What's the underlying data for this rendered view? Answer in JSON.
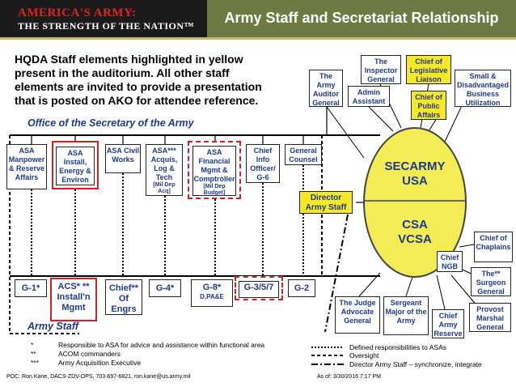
{
  "header": {
    "brand_line1": "AMERICA'S ARMY:",
    "brand_line2": "THE STRENGTH OF THE NATION™",
    "title": "Army Staff and Secretariat Relationship"
  },
  "intro": "HQDA Staff elements highlighted in yellow present in the auditorium. All other staff elements are invited to provide a presentation that is posted on AKO for attendee reference.",
  "labels": {
    "secretariat": "Office of the Secretary of the Army",
    "army_staff": "Army Staff"
  },
  "oval": {
    "top_line1": "SECARMY",
    "top_line2": "USA",
    "bottom_line1": "CSA",
    "bottom_line2": "VCSA"
  },
  "director_army_staff": "Director Army Staff",
  "secretariat_boxes": {
    "asa_mra": "ASA Manpower & Reserve Affairs",
    "asa_iee": "ASA Install, Energy & Environ",
    "asa_cw": "ASA Civil Works",
    "asa_alt": "ASA*** Acquis, Log & Tech",
    "asa_alt_sub": "[Mil Dep Acq]",
    "asa_fmc": "ASA Financial Mgmt & Comptroller",
    "asa_fmc_sub": "[Mil Dep Budget]",
    "cio": "Chief Info Officer/ G-6",
    "gc": "General Counsel"
  },
  "top_boxes": {
    "auditor": "The Army Auditor General",
    "admin": "Admin Assistant",
    "ig": "The Inspector General",
    "cll": "Chief of Legislative Liaison",
    "cpa": "Chief of Public Affairs",
    "sadbu": "Small & Disadvantaged Business Utilization"
  },
  "staff_boxes": {
    "g1": "G-1*",
    "acs": "ACS* ** Install'n Mgmt",
    "coe": "Chief** Of Engrs",
    "g4": "G-4*",
    "g8": "G-8*",
    "g8_sub": "D,PA&E",
    "g357": "G-3/5/7",
    "g2": "G-2"
  },
  "right_boxes": {
    "chaplains": "Chief of Chaplains",
    "ngb": "Chief NGB",
    "surgeon": "The** Surgeon General",
    "pmg": "Provost Marshal General",
    "reserve": "Chief Army Reserve",
    "sma": "Sergeant Major of the Army",
    "tjag": "The Judge Advocate General"
  },
  "legend": {
    "notes": [
      {
        "sym": "*",
        "text": "Responsible to ASA for advice and assistance within functional area"
      },
      {
        "sym": "**",
        "text": "ACOM commanders"
      },
      {
        "sym": "***",
        "text": "Army Acquisition Executive"
      }
    ],
    "lines": [
      {
        "text": "Defined responsibilities to ASAs"
      },
      {
        "text": "Oversight"
      },
      {
        "text": "Director Army Staff – synchronize, integrate"
      }
    ]
  },
  "footer": {
    "poc": "POC: Ron Kane, DACS-ZDV-OPS, 703-697-6821, ron.kane@us.army.mil",
    "asof": "As of: 3/30/2016 7:17 PM"
  },
  "colors": {
    "accent_blue": "#1d3a8f",
    "highlight_yellow": "#f7e826",
    "header_olive": "#6e7a44",
    "red_outline": "#d42020"
  }
}
